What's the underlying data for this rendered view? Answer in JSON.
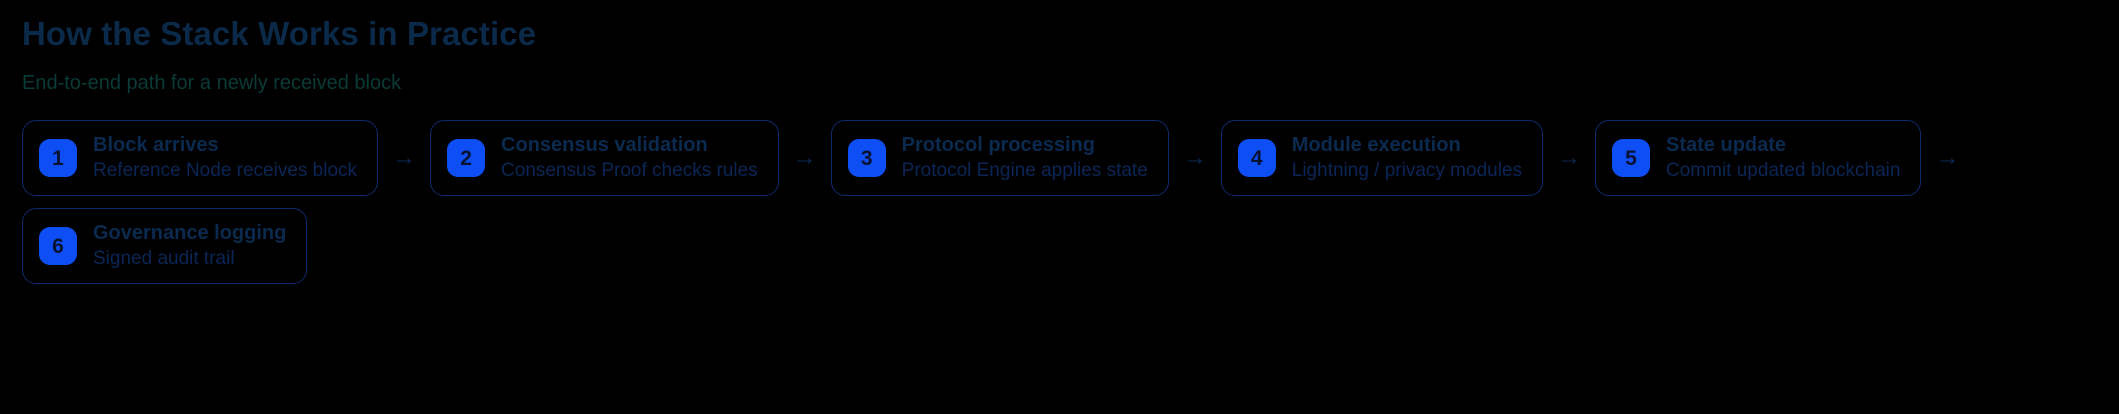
{
  "header": {
    "title": "How the Stack Works in Practice",
    "subtitle": "End-to-end path for a newly received block"
  },
  "theme": {
    "background": "#000000",
    "title_color": "#0b2a4a",
    "subtitle_color": "#0a3b36",
    "card_border": "#0d2a6b",
    "badge_background": "#0d4ef5",
    "badge_text": "#071233",
    "step_title_color": "#0b2a4f",
    "step_desc_color": "#0b2656",
    "arrow_color": "#0b2a52"
  },
  "flow": {
    "arrow_glyph": "→",
    "steps": [
      {
        "number": "1",
        "title": "Block arrives",
        "desc": "Reference Node receives block"
      },
      {
        "number": "2",
        "title": "Consensus validation",
        "desc": "Consensus Proof checks rules"
      },
      {
        "number": "3",
        "title": "Protocol processing",
        "desc": "Protocol Engine applies state"
      },
      {
        "number": "4",
        "title": "Module execution",
        "desc": "Lightning / privacy modules"
      },
      {
        "number": "5",
        "title": "State update",
        "desc": "Commit updated blockchain"
      },
      {
        "number": "6",
        "title": "Governance logging",
        "desc": "Signed audit trail"
      }
    ]
  }
}
